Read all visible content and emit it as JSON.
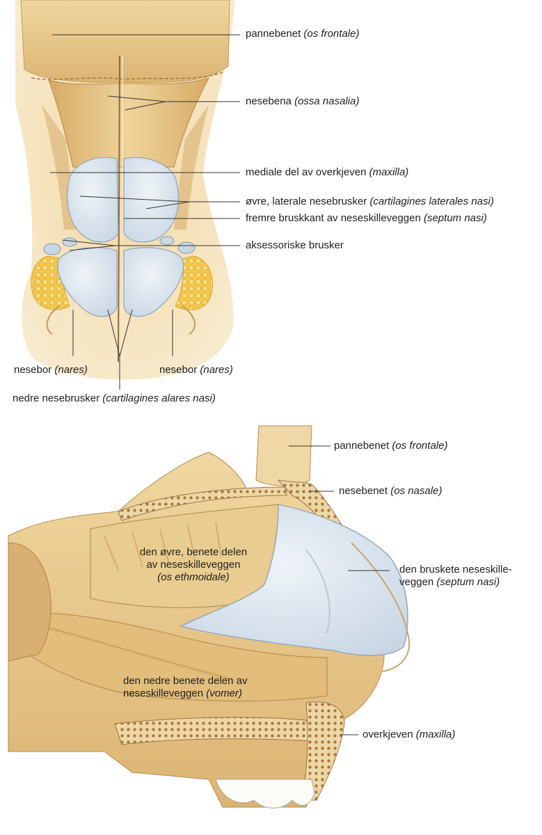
{
  "colors": {
    "bone": "#ecd29a",
    "bone_dark": "#d2a864",
    "cartilage": "#dfe7ef",
    "cartilage_edge": "#9fb2c6",
    "fat": "#f2c44c",
    "line": "#333333",
    "skin": "#f4e2bb"
  },
  "top": {
    "labels": [
      {
        "id": "os-frontale",
        "text": "pannebenet ",
        "latin": "(os frontale)"
      },
      {
        "id": "ossa-nasalia",
        "text": "nesebena ",
        "latin": "(ossa nasalia)"
      },
      {
        "id": "maxilla",
        "text": "mediale del av overkjeven ",
        "latin": "(maxilla)"
      },
      {
        "id": "cartilagines-laterales",
        "text": "øvre, laterale nesebrusker ",
        "latin": "(cartilagines laterales nasi)"
      },
      {
        "id": "septum-edge",
        "text": "fremre bruskkant av neseskilleveggen ",
        "latin": "(septum nasi)"
      },
      {
        "id": "aksessoriske",
        "text": "aksessoriske brusker",
        "latin": ""
      },
      {
        "id": "nares-left",
        "text": "nesebor ",
        "latin": "(nares)"
      },
      {
        "id": "nares-right",
        "text": "nesebor ",
        "latin": "(nares)"
      },
      {
        "id": "alares",
        "text": "nedre nesebrusker ",
        "latin": "(cartilagines alares nasi)"
      }
    ]
  },
  "side": {
    "labels": [
      {
        "id": "os-frontale",
        "text": "pannebenet ",
        "latin": "(os frontale)"
      },
      {
        "id": "os-nasale",
        "text": "nesebenet ",
        "latin": "(os nasale)"
      },
      {
        "id": "ethmoidale",
        "line1": "den øvre, benete delen",
        "line2": "av neseskilleveggen",
        "latin": "(os ethmoidale)"
      },
      {
        "id": "septum",
        "line1": "den bruskete neseskille-",
        "line2": "veggen ",
        "latin": "(septum nasi)"
      },
      {
        "id": "vomer",
        "line1": "den nedre benete delen av",
        "line2": "neseskilleveggen ",
        "latin": "(vomer)"
      },
      {
        "id": "maxilla",
        "text": "overkjeven ",
        "latin": "(maxilla)"
      }
    ]
  }
}
